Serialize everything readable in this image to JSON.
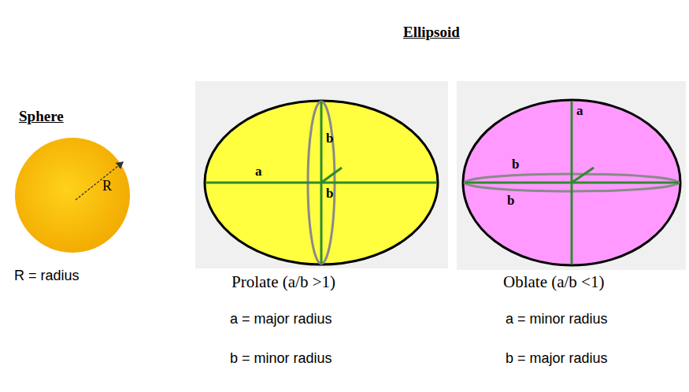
{
  "diagram": {
    "title": "Ellipsoid",
    "nodes": [
      {
        "text": [
          "R"
        ]
      },
      {
        "text": [
          "a",
          "b",
          "b"
        ]
      },
      {
        "text": [
          "a",
          "b",
          "b"
        ]
      }
    ],
    "labels": [
      "Sphere",
      "R = radius",
      "Prolate (a/b >1)",
      "a = major radius",
      "b = minor radius",
      "Oblate (a/b <1)",
      "a = minor radius",
      "b = major radius"
    ]
  }
}
